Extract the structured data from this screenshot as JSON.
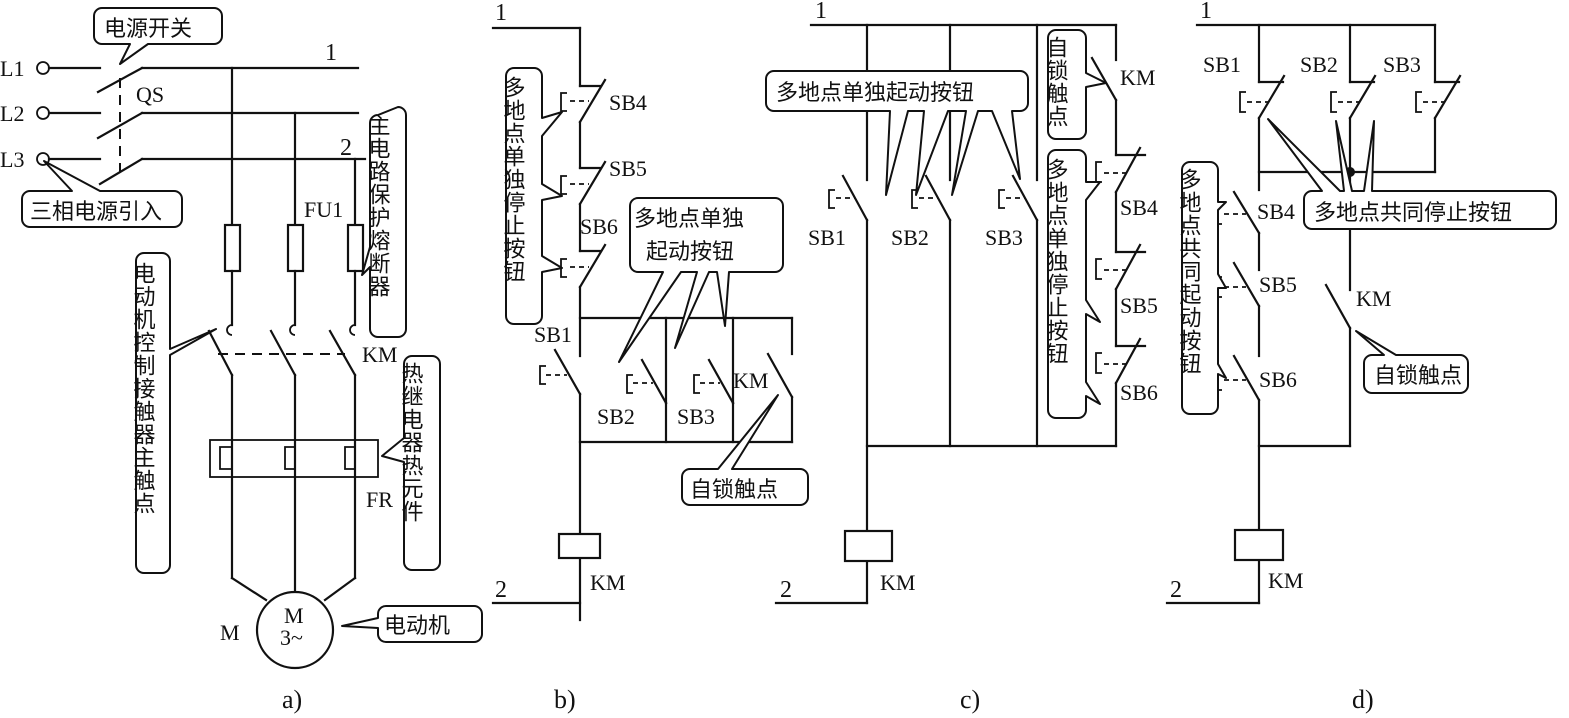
{
  "figure": {
    "panels": {
      "a": {
        "caption": "a)",
        "terminals": [
          "L1",
          "L2",
          "L3"
        ],
        "bus_numbers": [
          "1",
          "2"
        ],
        "components": {
          "switch": "QS",
          "fuse": "FU1",
          "contactor": "KM",
          "thermal_relay": "FR",
          "motor_ref": "M",
          "motor_symbol_top": "M",
          "motor_symbol_bottom": "3~"
        },
        "callouts": {
          "power_switch": "电源开关",
          "three_phase_input": "三相电源引入",
          "main_fuse": "主电路保护熔断器",
          "contactor_main": "电动机控制接触器主触点",
          "thermal_element": "热继电器热元件",
          "motor": "电动机"
        }
      },
      "b": {
        "caption": "b)",
        "bus_numbers": [
          "1",
          "2"
        ],
        "stop_buttons": [
          "SB4",
          "SB5",
          "SB6"
        ],
        "start_buttons": [
          "SB1",
          "SB2",
          "SB3"
        ],
        "self_lock": "KM",
        "coil": "KM",
        "callouts": {
          "stop": "多地点单独停止按钮",
          "start_line1": "多地点单独",
          "start_line2": "起动按钮",
          "self_lock": "自锁触点"
        }
      },
      "c": {
        "caption": "c)",
        "bus_numbers": [
          "1",
          "2"
        ],
        "start_buttons": [
          "SB1",
          "SB2",
          "SB3"
        ],
        "stop_buttons": [
          "SB4",
          "SB5",
          "SB6"
        ],
        "self_lock": "KM",
        "coil": "KM",
        "callouts": {
          "start": "多地点单独起动按钮",
          "self_lock": "自锁触点",
          "stop": "多地点单独停止按钮"
        }
      },
      "d": {
        "caption": "d)",
        "bus_numbers": [
          "1",
          "2"
        ],
        "stop_buttons": [
          "SB1",
          "SB2",
          "SB3"
        ],
        "start_buttons": [
          "SB4",
          "SB5",
          "SB6"
        ],
        "self_lock": "KM",
        "coil": "KM",
        "callouts": {
          "stop": "多地点共同停止按钮",
          "start": "多地点共同起动按钮",
          "self_lock": "自锁触点"
        }
      }
    }
  }
}
